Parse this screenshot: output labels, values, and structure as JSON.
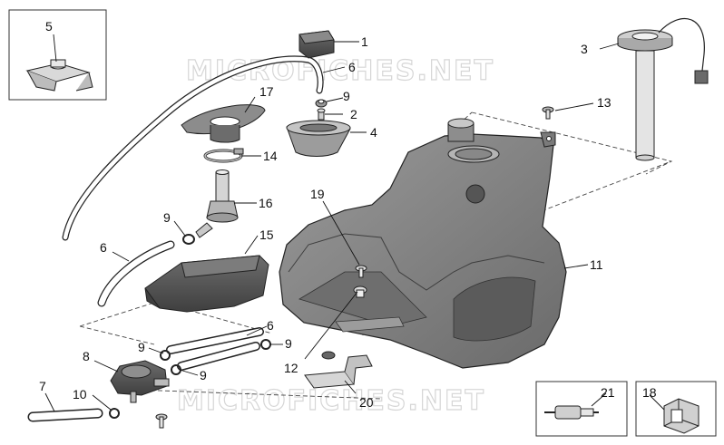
{
  "watermark": "MICROFICHES.NET",
  "colors": {
    "tank": "#7d7d7d",
    "tank_dark": "#4e4e4e",
    "part_dark": "#555555",
    "line": "#222222",
    "watermark": "#d6d6d6"
  },
  "callouts": [
    {
      "id": "c1",
      "label": "1"
    },
    {
      "id": "c2",
      "label": "2"
    },
    {
      "id": "c3",
      "label": "3"
    },
    {
      "id": "c4",
      "label": "4"
    },
    {
      "id": "c5",
      "label": "5"
    },
    {
      "id": "c6a",
      "label": "6"
    },
    {
      "id": "c6b",
      "label": "6"
    },
    {
      "id": "c6c",
      "label": "6"
    },
    {
      "id": "c7",
      "label": "7"
    },
    {
      "id": "c8",
      "label": "8"
    },
    {
      "id": "c9a",
      "label": "9"
    },
    {
      "id": "c9b",
      "label": "9"
    },
    {
      "id": "c9c",
      "label": "9"
    },
    {
      "id": "c9d",
      "label": "9"
    },
    {
      "id": "c9e",
      "label": "9"
    },
    {
      "id": "c10",
      "label": "10"
    },
    {
      "id": "c11",
      "label": "11"
    },
    {
      "id": "c12",
      "label": "12"
    },
    {
      "id": "c13",
      "label": "13"
    },
    {
      "id": "c14",
      "label": "14"
    },
    {
      "id": "c15",
      "label": "15"
    },
    {
      "id": "c16",
      "label": "16"
    },
    {
      "id": "c17",
      "label": "17"
    },
    {
      "id": "c18",
      "label": "18"
    },
    {
      "id": "c19",
      "label": "19"
    },
    {
      "id": "c20",
      "label": "20"
    },
    {
      "id": "c21",
      "label": "21"
    }
  ]
}
